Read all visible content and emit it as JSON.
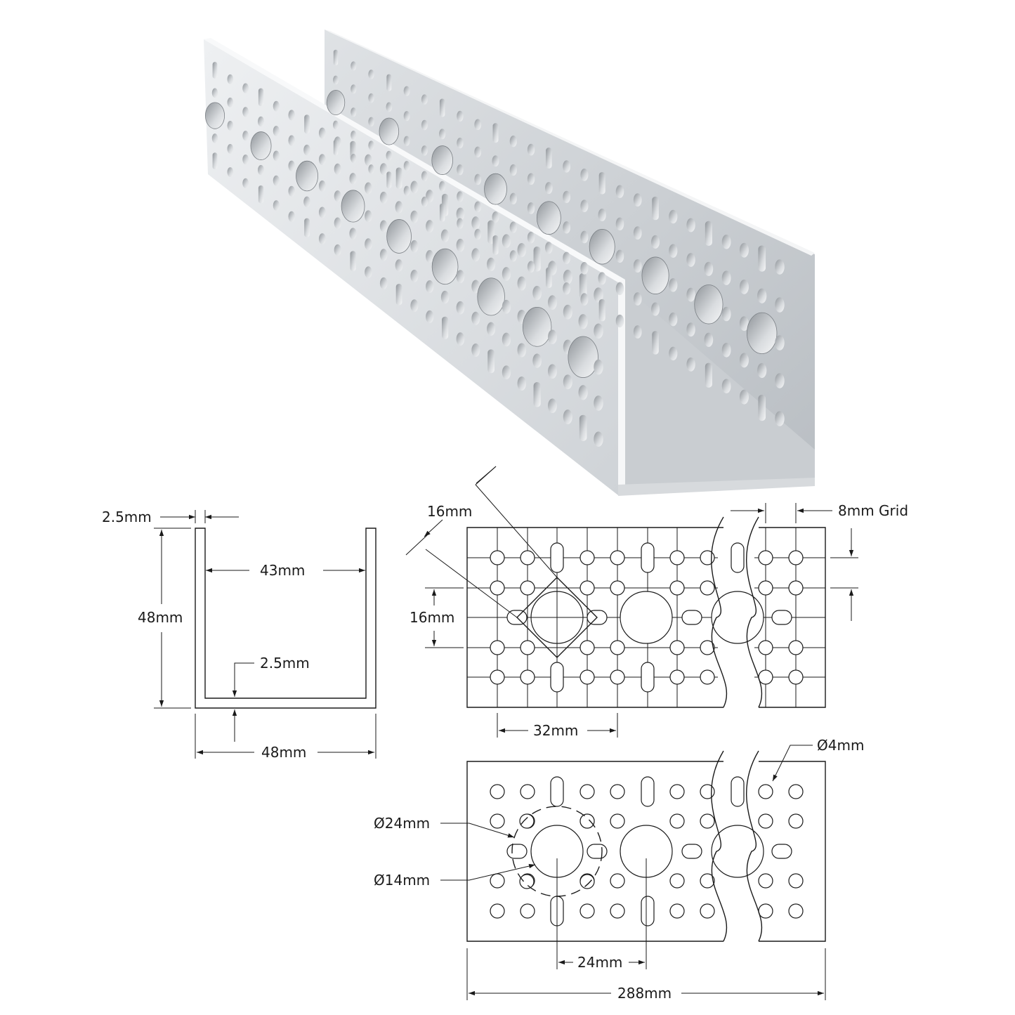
{
  "labels": {
    "wall_thickness_top": "2.5mm",
    "inner_width": "43mm",
    "height": "48mm",
    "base_thickness": "2.5mm",
    "outer_width": "48mm",
    "diagonal_spacing": "16mm",
    "grid_spacing": "8mm Grid",
    "vertical_spacing": "16mm",
    "horizontal_spacing": "32mm",
    "small_hole_diameter": "Ø4mm",
    "bolt_circle_diameter": "Ø24mm",
    "large_hole_diameter": "Ø14mm",
    "large_hole_spacing": "24mm",
    "total_length": "288mm"
  },
  "colors": {
    "line": "#1a1a1a",
    "aluminum_light": "#e6e8ea",
    "aluminum_mid": "#c4c8cc",
    "aluminum_dark": "#9da2a7",
    "background": "#ffffff"
  }
}
